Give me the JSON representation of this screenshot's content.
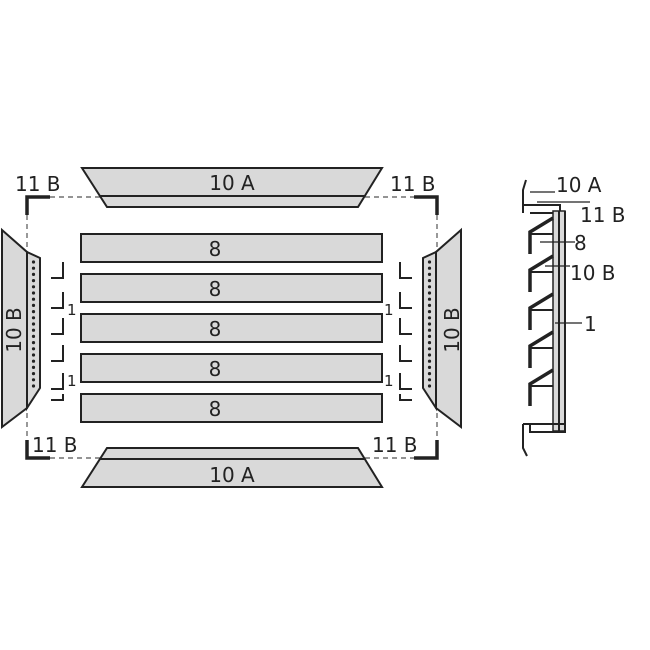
{
  "front_view": {
    "top_frame_label": "10 A",
    "bottom_frame_label": "10 A",
    "left_frame_label": "10 B",
    "right_frame_label": "10 B",
    "corner_labels": [
      "11 B",
      "11 B",
      "11 B",
      "11 B"
    ],
    "slat_labels": [
      "8",
      "8",
      "8",
      "8",
      "8"
    ],
    "clip_labels": [
      "1",
      "1",
      "1",
      "1"
    ]
  },
  "side_view": {
    "labels": [
      "10 A",
      "11 B",
      "8",
      "10 B",
      "1"
    ]
  }
}
